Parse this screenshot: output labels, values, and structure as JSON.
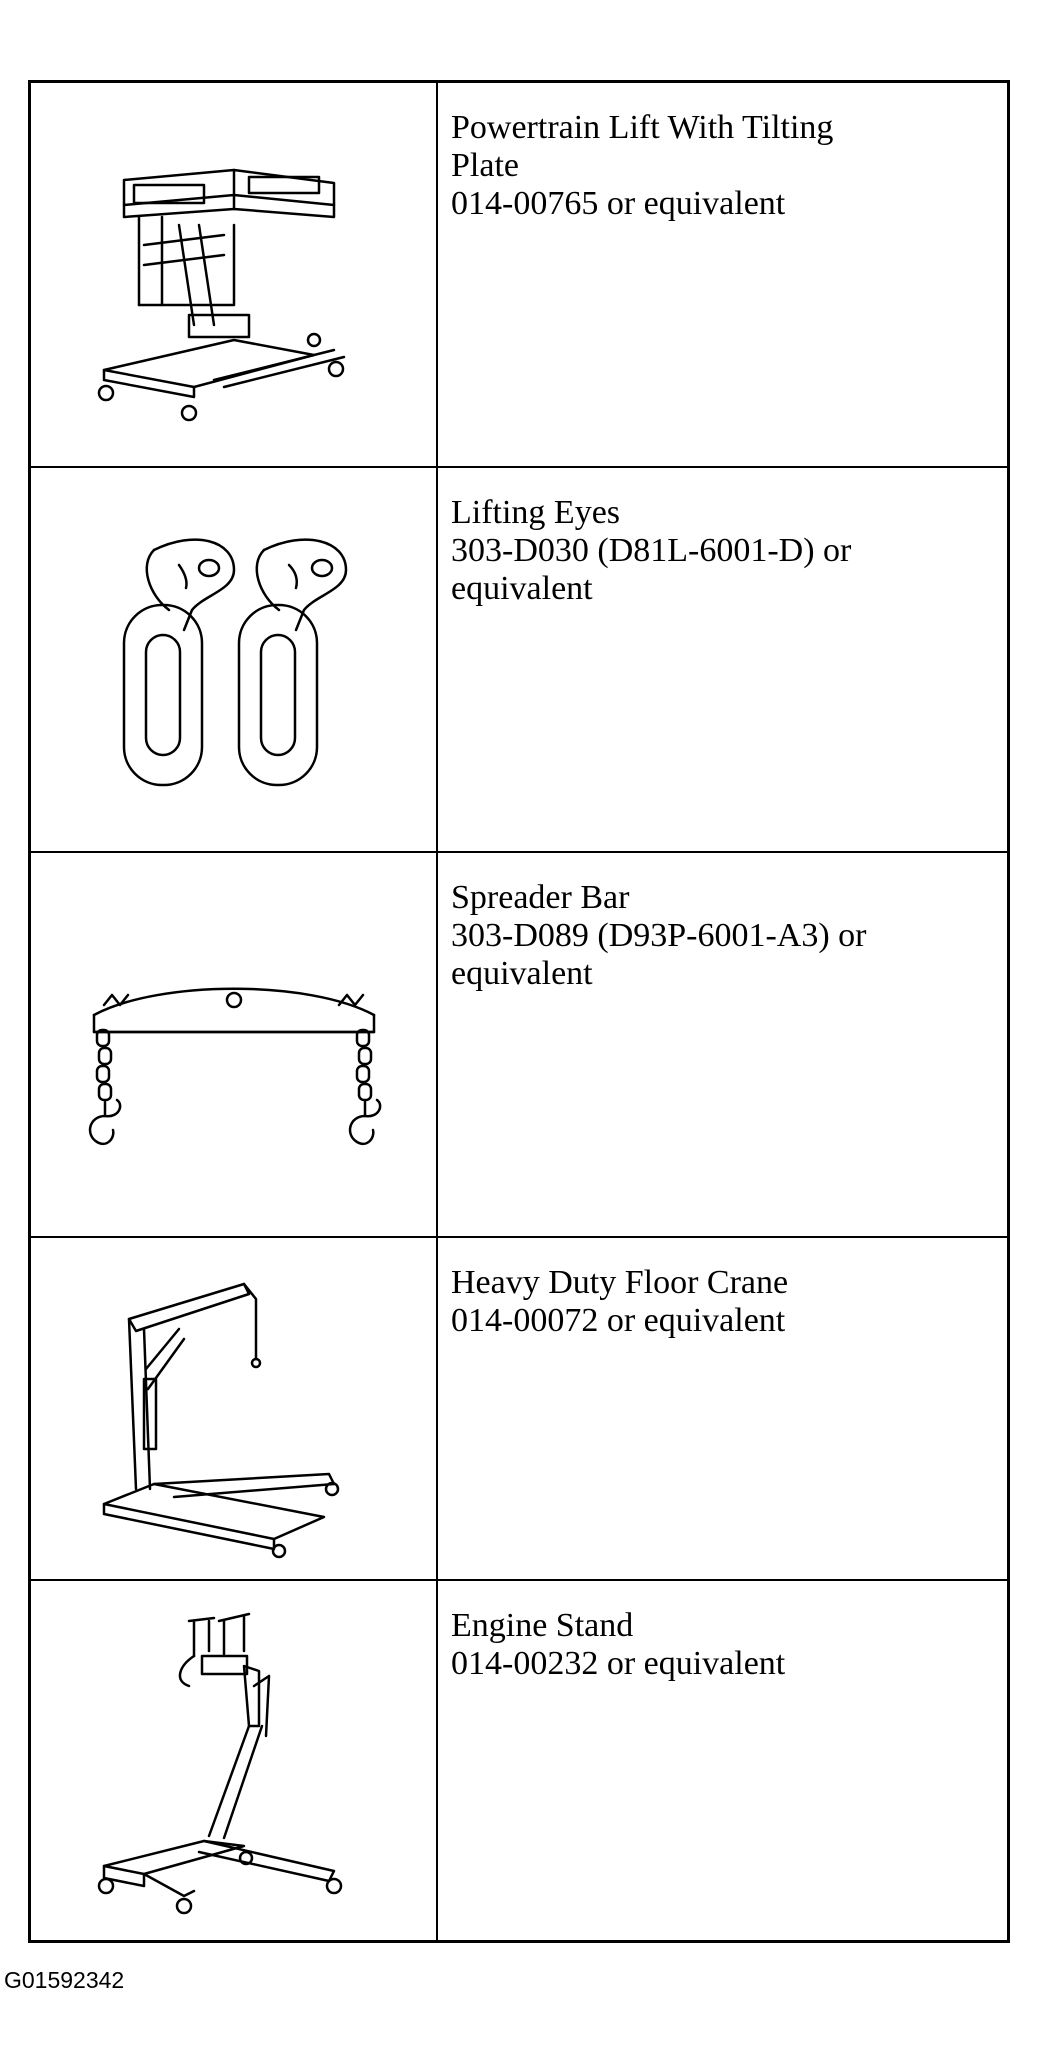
{
  "tools": [
    {
      "name": "Powertrain Lift With Tilting\nPlate",
      "part_number": "014-00765 or equivalent",
      "icon": "powertrain-lift-icon"
    },
    {
      "name": "Lifting Eyes",
      "part_number": "303-D030 (D81L-6001-D) or\nequivalent",
      "icon": "lifting-eyes-icon"
    },
    {
      "name": "Spreader Bar",
      "part_number": "303-D089 (D93P-6001-A3) or\nequivalent",
      "icon": "spreader-bar-icon"
    },
    {
      "name": "Heavy Duty Floor Crane",
      "part_number": "014-00072 or equivalent",
      "icon": "floor-crane-icon"
    },
    {
      "name": "Engine Stand",
      "part_number": "014-00232 or equivalent",
      "icon": "engine-stand-icon"
    }
  ],
  "figure_id": "G01592342"
}
